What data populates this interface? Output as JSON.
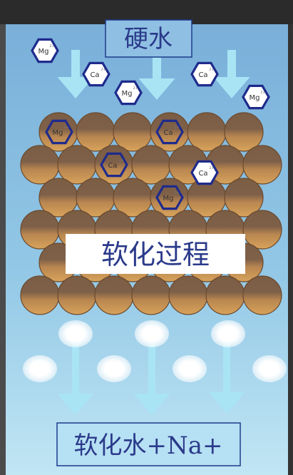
{
  "top_label": "硬水",
  "middle_label": "软化过程",
  "bottom_label": "软化水+Na+",
  "ions": {
    "mg": "Mg",
    "ca": "Ca",
    "charge": "2+"
  },
  "colors": {
    "tank_top": "#7fb3da",
    "tank_bottom": "#b6dff1",
    "resin_dark": "#8a6a4c",
    "resin_light": "#d39e58",
    "arrow": "#a9e4f5",
    "hex_stroke": "#1f2b8c",
    "label_text": "#2b3a8a",
    "label_border": "#1f3a8c"
  }
}
